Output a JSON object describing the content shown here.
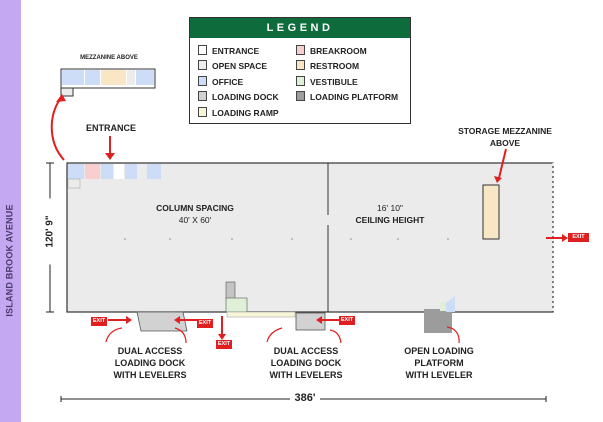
{
  "street": {
    "name": "ISLAND BROOK AVENUE"
  },
  "legend": {
    "title": "LEGEND",
    "items": [
      {
        "label": "ENTRANCE",
        "color": "#ffffff"
      },
      {
        "label": "OPEN SPACE",
        "color": "#ececec"
      },
      {
        "label": "OFFICE",
        "color": "#cddcf7"
      },
      {
        "label": "LOADING DOCK",
        "color": "#d2d2d2"
      },
      {
        "label": "LOADING RAMP",
        "color": "#f7f5d8"
      },
      {
        "label": "BREAKROOM",
        "color": "#f7cfcf"
      },
      {
        "label": "RESTROOM",
        "color": "#f8e6c4"
      },
      {
        "label": "VESTIBULE",
        "color": "#dff0d6"
      },
      {
        "label": "LOADING PLATFORM",
        "color": "#9c9c9c"
      }
    ]
  },
  "labels": {
    "mezzanine": "MEZZANINE ABOVE",
    "entrance": "ENTRANCE",
    "storage_mezzanine_1": "STORAGE MEZZANINE",
    "storage_mezzanine_2": "ABOVE",
    "column_spacing_1": "COLUMN SPACING",
    "column_spacing_2": "40' X 60'",
    "ceiling_1": "16' 10\"",
    "ceiling_2": "CEILING HEIGHT",
    "dock1_1": "DUAL ACCESS",
    "dock1_2": "LOADING DOCK",
    "dock1_3": "WITH LEVELERS",
    "dock2_1": "DUAL ACCESS",
    "dock2_2": "LOADING DOCK",
    "dock2_3": "WITH LEVELERS",
    "platform_1": "OPEN LOADING",
    "platform_2": "PLATFORM",
    "platform_3": "WITH LEVELER"
  },
  "dimensions": {
    "height": "120' 9\"",
    "width": "386'"
  },
  "exits": [
    "EXIT",
    "EXIT",
    "EXIT",
    "EXIT",
    "EXIT"
  ],
  "colors": {
    "accent_red": "#e02020",
    "legend_green": "#0e6b3c",
    "street": "#c4a8f2"
  }
}
